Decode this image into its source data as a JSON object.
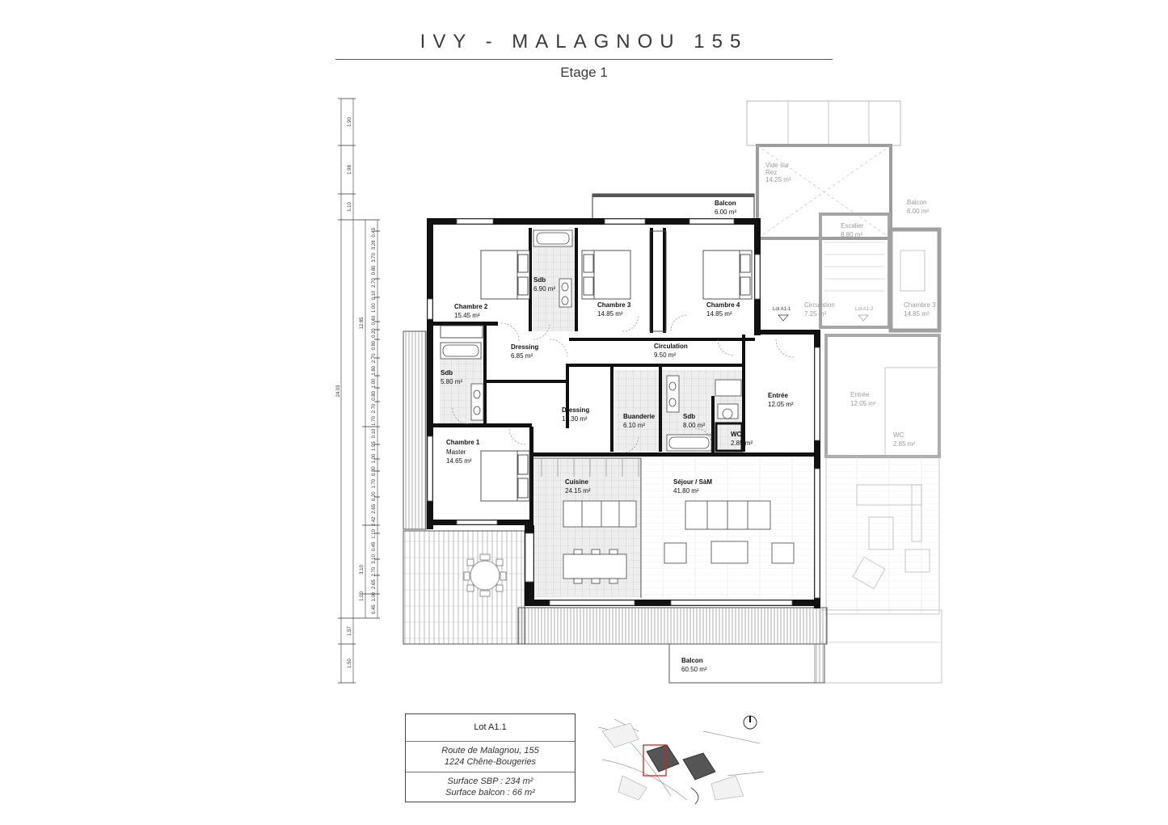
{
  "header": {
    "title": "IVY - MALAGNOU 155",
    "subtitle": "Etage 1"
  },
  "rooms": [
    {
      "label": "Chambre 2",
      "area": "15.45 m²"
    },
    {
      "label": "Sdb",
      "area": "6.90 m²"
    },
    {
      "label": "Chambre 3",
      "area": "14.85 m²"
    },
    {
      "label": "Chambre 4",
      "area": "14.85 m²"
    },
    {
      "label": "Balcon",
      "area": "6.00 m²"
    },
    {
      "label": "Dressing",
      "area": "6.85 m²"
    },
    {
      "label": "Circulation",
      "area": "9.50 m²"
    },
    {
      "label": "Sdb",
      "area": "5.80 m²"
    },
    {
      "label": "Dressing",
      "area": "13.30 m²"
    },
    {
      "label": "Buanderie",
      "area": "6.10 m²"
    },
    {
      "label": "Sdb",
      "area": "8.00 m²"
    },
    {
      "label": "Entrée",
      "area": "12.05 m²"
    },
    {
      "label": "WC",
      "area": "2.85 m²"
    },
    {
      "label": "Chambre 1",
      "sublabel": "Master",
      "area": "14.65 m²"
    },
    {
      "label": "Cuisine",
      "area": "24.15 m²"
    },
    {
      "label": "Séjour / SàM",
      "area": "41.80 m²"
    },
    {
      "label": "Balcon",
      "area": "60.50 m²"
    }
  ],
  "neighbour_rooms": [
    {
      "label": "Vide sur",
      "label2": "Rez",
      "area": "14.25 m²"
    },
    {
      "label": "Balcon",
      "area": "6.00 m²"
    },
    {
      "label": "Escalier",
      "area": "8.80 m²"
    },
    {
      "label": "Circulation",
      "area": "7.25 m²"
    },
    {
      "label": "Chambre 3",
      "area": "14.85 m²"
    },
    {
      "label": "Entrée",
      "area": "12.05 m²"
    },
    {
      "label": "WC",
      "area": "2.85 m²"
    }
  ],
  "lot_markers": [
    "Lot A1-1",
    "Lot A1-2"
  ],
  "dims_outer": [
    "1.90",
    "1.98",
    "1.10",
    "24.03",
    "1.57",
    "1.50"
  ],
  "dims_mid": [
    "12.85",
    "3.10",
    "1.00"
  ],
  "dims_inner": [
    "0.45",
    "3.28",
    "3.70",
    "0.80",
    "2.70",
    "0.10",
    "1.00",
    "0.40",
    "0.20",
    "0.80",
    "2.70",
    "1.80",
    "1.00",
    "0.80",
    "2.70",
    "1.70",
    "0.10",
    "1.95",
    "1.00",
    "0.80",
    "1.70",
    "0.20",
    "2.65",
    "2.42",
    "1.10",
    "0.45",
    "3.10",
    "2.70",
    "2.65",
    "1.00",
    "0.45"
  ],
  "info": {
    "lot": "Lot A1.1",
    "address_line1": "Route de Malagnou, 155",
    "address_line2": "1224 Chêne-Bougeries",
    "surface_sbp": "Surface SBP : 234 m²",
    "surface_balcon": "Surface balcon : 66 m²"
  },
  "icons": [
    "north-arrow-icon",
    "site-plan-map"
  ],
  "colors": {
    "wall": "#111111",
    "ghost": "#b5b5b5",
    "tile": "#e6e6e6",
    "highlight": "#d22222"
  }
}
